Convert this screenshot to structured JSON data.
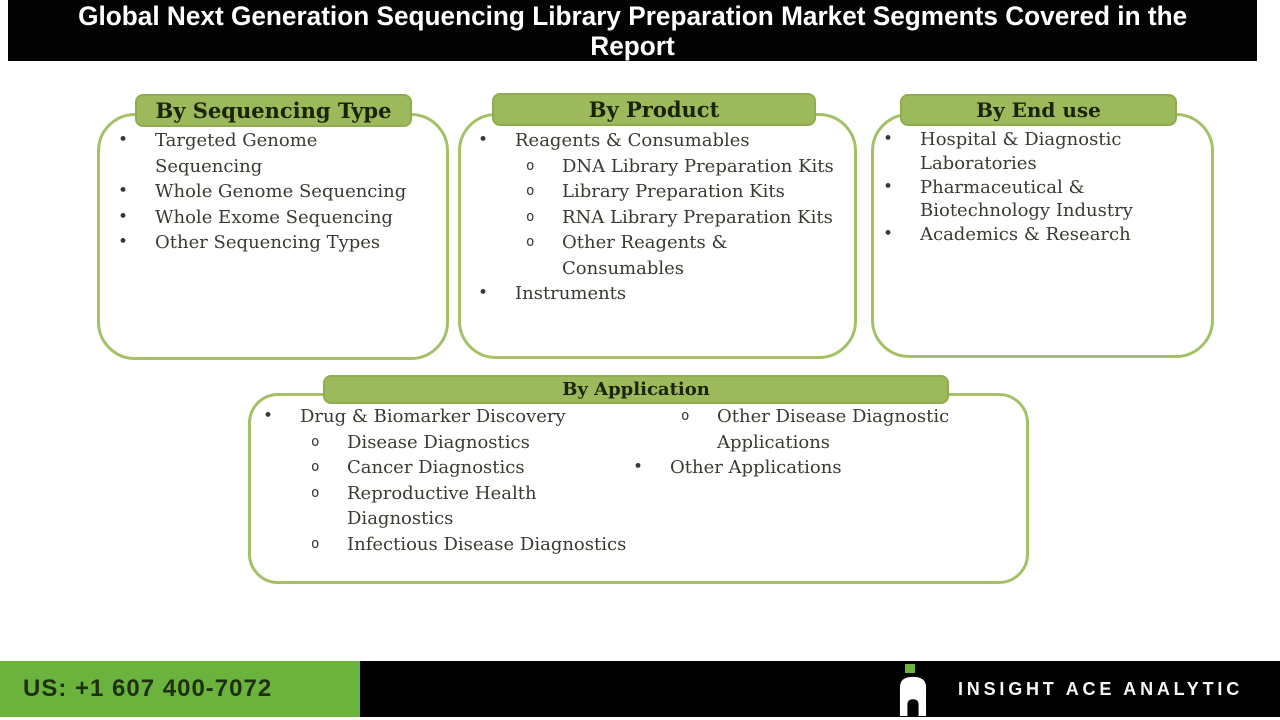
{
  "header": {
    "title_line1": "Global Next Generation Sequencing Library Preparation Market Segments Covered in the",
    "title_line2": "Report"
  },
  "segments": {
    "sequencing_type": {
      "title": "By Sequencing Type",
      "items": [
        {
          "level": 1,
          "marker": "•",
          "text": "Targeted Genome\nSequencing"
        },
        {
          "level": 1,
          "marker": "•",
          "text": "Whole Genome Sequencing"
        },
        {
          "level": 1,
          "marker": "•",
          "text": "Whole Exome Sequencing"
        },
        {
          "level": 1,
          "marker": "•",
          "text": "Other Sequencing Types"
        }
      ]
    },
    "product": {
      "title": "By Product",
      "items": [
        {
          "level": 1,
          "marker": "•",
          "text": "Reagents & Consumables"
        },
        {
          "level": 2,
          "marker": "o",
          "text": "DNA Library Preparation Kits"
        },
        {
          "level": 2,
          "marker": "o",
          "text": "Library Preparation Kits"
        },
        {
          "level": 2,
          "marker": "o",
          "text": "RNA Library Preparation Kits"
        },
        {
          "level": 2,
          "marker": "o",
          "text": "Other Reagents &\nConsumables"
        },
        {
          "level": 1,
          "marker": "•",
          "text": "Instruments"
        }
      ]
    },
    "end_use": {
      "title": "By End use",
      "items": [
        {
          "level": 1,
          "marker": "•",
          "text": "Hospital & Diagnostic\nLaboratories"
        },
        {
          "level": 1,
          "marker": "•",
          "text": "Pharmaceutical &\nBiotechnology Industry"
        },
        {
          "level": 1,
          "marker": "•",
          "text": "Academics & Research"
        }
      ]
    },
    "application": {
      "title": "By Application",
      "columns": {
        "left": [
          {
            "level": 1,
            "marker": "•",
            "text": "Drug & Biomarker Discovery"
          },
          {
            "level": 2,
            "marker": "o",
            "text": "Disease Diagnostics"
          },
          {
            "level": 2,
            "marker": "o",
            "text": "Cancer Diagnostics"
          },
          {
            "level": 2,
            "marker": "o",
            "text": "Reproductive Health\nDiagnostics"
          },
          {
            "level": 2,
            "marker": "o",
            "text": "Infectious Disease Diagnostics"
          }
        ],
        "right": [
          {
            "level": 2,
            "marker": "o",
            "text": "Other Disease Diagnostic\nApplications"
          },
          {
            "level": 1,
            "marker": "•",
            "text": "Other Applications"
          }
        ]
      }
    }
  },
  "footer": {
    "phone": "US: +1 607 400-7072",
    "brand": "INSIGHT ACE ANALYTIC",
    "logo": "insight-ace-monogram"
  },
  "colors": {
    "title_bg": "#000000",
    "title_text": "#ffffff",
    "pill_green": "#9cba5b",
    "box_border_green": "#a5c168",
    "body_text": "#3a3a32",
    "pill_text": "#1b2309",
    "footer_green": "#6cb33e",
    "footer_black": "#000000",
    "phone_text": "#1e3010",
    "brand_text": "#f7f7f7"
  }
}
